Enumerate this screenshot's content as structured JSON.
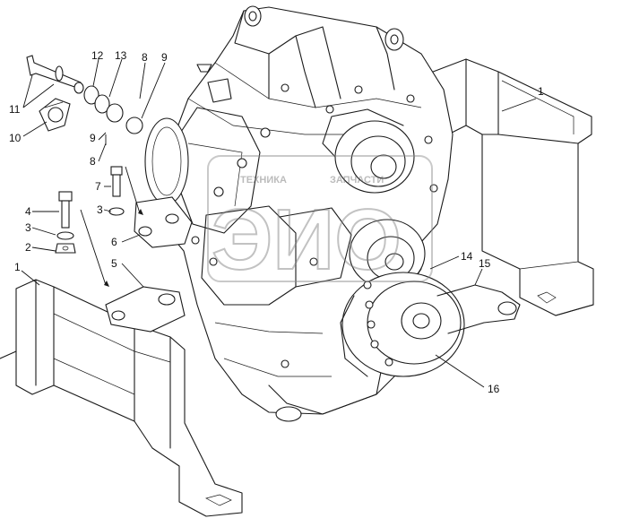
{
  "diagram": {
    "watermark": {
      "top_text": "ТЕХНИКА",
      "right_text": "ЗАПЧАСТИ",
      "logo_text": "ЭИО"
    },
    "callouts": [
      {
        "id": "c1-right",
        "text": "1"
      },
      {
        "id": "c1-left",
        "text": "1"
      },
      {
        "id": "c2",
        "text": "2"
      },
      {
        "id": "c3-upper",
        "text": "3"
      },
      {
        "id": "c3-lower",
        "text": "3"
      },
      {
        "id": "c4",
        "text": "4"
      },
      {
        "id": "c5",
        "text": "5"
      },
      {
        "id": "c6",
        "text": "6"
      },
      {
        "id": "c7",
        "text": "7"
      },
      {
        "id": "c8-top",
        "text": "8"
      },
      {
        "id": "c8-mid",
        "text": "8"
      },
      {
        "id": "c9-top",
        "text": "9"
      },
      {
        "id": "c9-mid",
        "text": "9"
      },
      {
        "id": "c10",
        "text": "10"
      },
      {
        "id": "c11",
        "text": "11"
      },
      {
        "id": "c12",
        "text": "12"
      },
      {
        "id": "c13",
        "text": "13"
      },
      {
        "id": "c14",
        "text": "14"
      },
      {
        "id": "c15",
        "text": "15"
      },
      {
        "id": "c16",
        "text": "16"
      }
    ]
  }
}
